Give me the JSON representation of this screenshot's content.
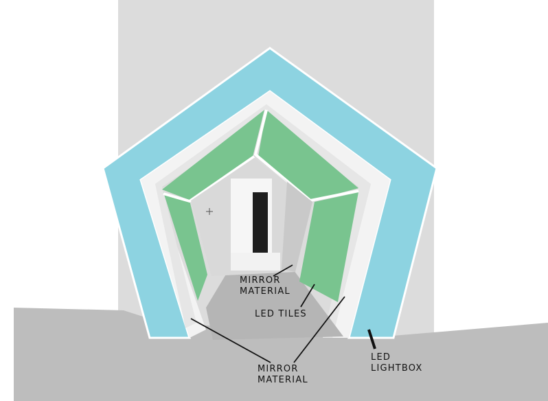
{
  "labels": {
    "mirror_top": {
      "line1": "MIRROR",
      "line2": "MATERIAL"
    },
    "led_tiles": "LED TILES",
    "mirror_bottom": {
      "line1": "MIRROR",
      "line2": "MATERIAL"
    },
    "led_lightbox": {
      "line1": "LED",
      "line2": "LIGHTBOX"
    }
  },
  "colors": {
    "lightbox": "#8dd3e1",
    "led_tiles": "#79c48f",
    "mirror": "#f1f1f1",
    "wall": "#dedede",
    "floor": "#bdbdbd"
  }
}
